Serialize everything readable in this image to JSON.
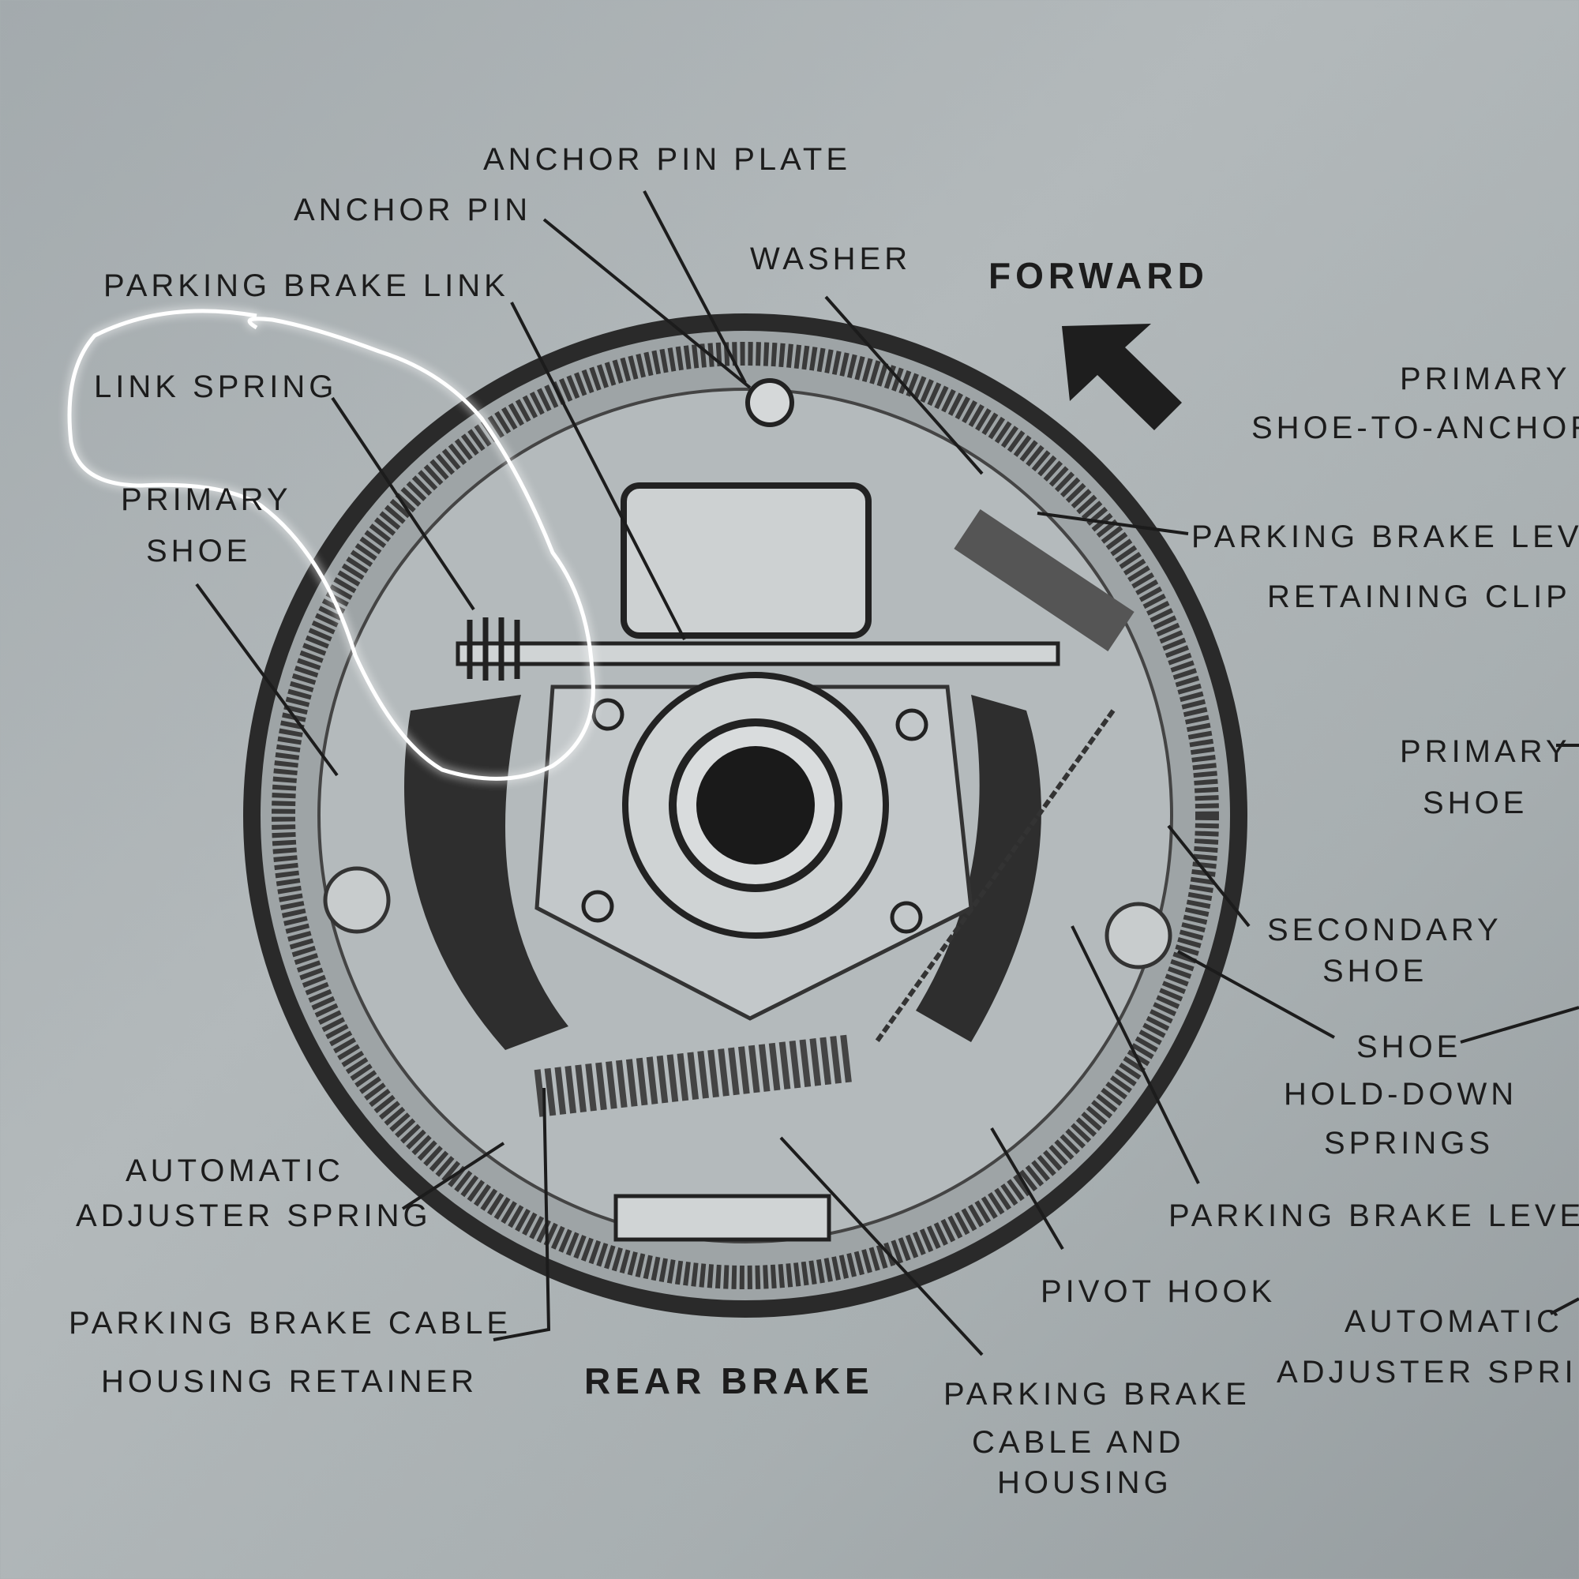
{
  "diagram": {
    "title": "REAR BRAKE",
    "direction_label": "FORWARD",
    "colors": {
      "paper": "#aab1b3",
      "ink": "#1c1c1c",
      "highlight": "#ffffff"
    },
    "labels": {
      "anchor_pin_plate": "ANCHOR PIN PLATE",
      "anchor_pin": "ANCHOR PIN",
      "washer": "WASHER",
      "parking_brake_link": "PARKING BRAKE LINK",
      "link_spring": "LINK SPRING",
      "primary_shoe_left_1": "PRIMARY",
      "primary_shoe_left_2": "SHOE",
      "shoe_to_anchor_1": "PRIMARY",
      "shoe_to_anchor_2": "SHOE-TO-ANCHOR",
      "retaining_clip_1": "PARKING BRAKE LEVER",
      "retaining_clip_2": "RETAINING CLIP",
      "primary_shoe_right_1": "PRIMARY",
      "primary_shoe_right_2": "SHOE",
      "secondary_shoe_1": "SECONDARY",
      "secondary_shoe_2": "SHOE",
      "hold_down_1": "SHOE",
      "hold_down_2": "HOLD-DOWN",
      "hold_down_3": "SPRINGS",
      "parking_brake_lever": "PARKING BRAKE LEVER",
      "pivot_hook": "PIVOT HOOK",
      "auto_adjuster_right_1": "AUTOMATIC",
      "auto_adjuster_right_2": "ADJUSTER SPRING",
      "auto_adjuster_left_1": "AUTOMATIC",
      "auto_adjuster_left_2": "ADJUSTER SPRING",
      "cable_retainer_1": "PARKING BRAKE CABLE",
      "cable_retainer_2": "HOUSING RETAINER",
      "cable_housing_1": "PARKING BRAKE",
      "cable_housing_2": "CABLE AND",
      "cable_housing_3": "HOUSING"
    }
  }
}
